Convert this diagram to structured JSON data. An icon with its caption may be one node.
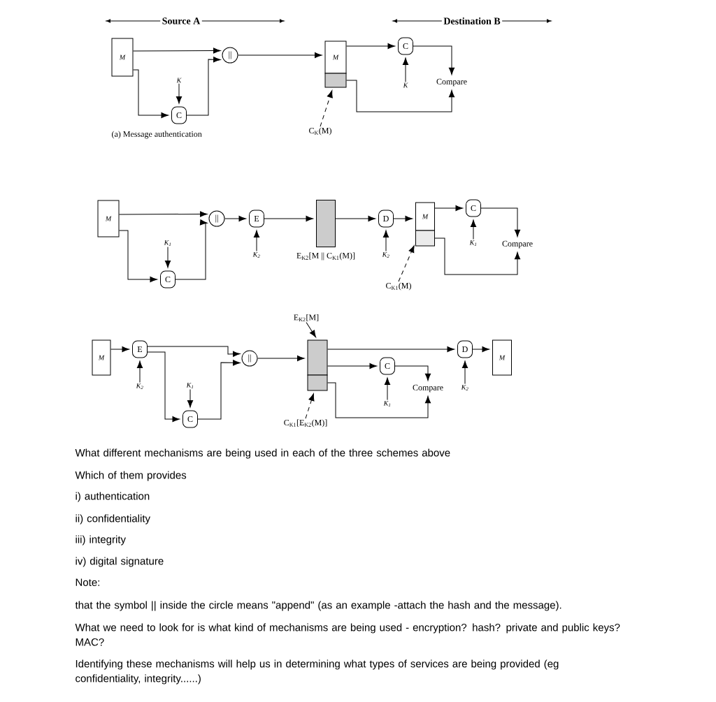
{
  "diagram": {
    "nodes": [
      {
        "text": [
          "M"
        ]
      },
      {
        "text": [
          "||"
        ]
      },
      {
        "text": [
          "C"
        ]
      },
      {
        "text": [
          "K"
        ]
      },
      {
        "text": [
          "M"
        ]
      },
      {
        "text": [],
        "shape": "box"
      },
      {
        "text": [
          "C$_{K}$(M)"
        ]
      },
      {
        "text": [
          "C"
        ]
      },
      {
        "text": [
          "K"
        ]
      },
      {
        "text": [
          "Compare"
        ]
      },
      {
        "text": [
          "M"
        ]
      },
      {
        "text": [
          "||"
        ]
      },
      {
        "text": [
          "C"
        ]
      },
      {
        "text": [
          "K$_{1}$"
        ]
      },
      {
        "text": [
          "E"
        ]
      },
      {
        "text": [
          "K$_{2}$"
        ]
      },
      {
        "text": [],
        "shape": "box",
        "beside": [
          "E$_{K2}$[M || C$_{K1}$(M)]"
        ]
      },
      {
        "text": [
          "D"
        ]
      },
      {
        "text": [
          "K$_{2}$"
        ]
      },
      {
        "text": [
          "M"
        ]
      },
      {
        "text": [],
        "shape": "box"
      },
      {
        "text": [
          "C$_{K1}$(M)"
        ]
      },
      {
        "text": [
          "C"
        ]
      },
      {
        "text": [
          "K$_{1}$"
        ]
      },
      {
        "text": [
          "Compare"
        ]
      },
      {
        "text": [
          "M"
        ]
      },
      {
        "text": [
          "E"
        ]
      },
      {
        "text": [
          "K$_{2}$"
        ]
      },
      {
        "text": [
          "C"
        ]
      },
      {
        "text": [
          "K$_{1}$"
        ]
      },
      {
        "text": [
          "||"
        ]
      },
      {
        "text": [
          "E$_{K2}$[M]"
        ]
      },
      {
        "text": [],
        "shape": "box"
      },
      {
        "text": [],
        "shape": "box"
      },
      {
        "text": [
          "C$_{K1}$[E$_{K2}$(M)]"
        ]
      },
      {
        "text": [
          "C"
        ]
      },
      {
        "text": [
          "K$_{1}$"
        ]
      },
      {
        "text": [
          "Compare"
        ]
      },
      {
        "text": [
          "D"
        ]
      },
      {
        "text": [
          "K$_{2}$"
        ]
      },
      {
        "text": [
          "M"
        ]
      }
    ],
    "edges": [
      {
        "from": 0,
        "to": 1,
        "arrow": "to"
      },
      {
        "from": 0,
        "to": 2,
        "arrow": "to"
      },
      {
        "from": 3,
        "to": 2,
        "arrow": "to"
      },
      {
        "from": 2,
        "to": 1,
        "arrow": "to"
      },
      {
        "from": 1,
        "to": 4,
        "arrow": "to"
      },
      {
        "from": 4,
        "to": 7,
        "arrow": "to"
      },
      {
        "from": 8,
        "to": 7,
        "arrow": "to"
      },
      {
        "from": 7,
        "to": 9,
        "arrow": "to"
      },
      {
        "from": 5,
        "to": 9,
        "arrow": "to"
      },
      {
        "from": 6,
        "to": 5,
        "arrow": "to",
        "style": "dashed"
      },
      {
        "from": 10,
        "to": 11,
        "arrow": "to"
      },
      {
        "from": 10,
        "to": 12,
        "arrow": "to"
      },
      {
        "from": 13,
        "to": 12,
        "arrow": "to"
      },
      {
        "from": 12,
        "to": 11,
        "arrow": "to"
      },
      {
        "from": 11,
        "to": 14,
        "arrow": "to"
      },
      {
        "from": 15,
        "to": 14,
        "arrow": "to"
      },
      {
        "from": 14,
        "to": 16,
        "arrow": "to"
      },
      {
        "from": 16,
        "to": 17,
        "arrow": "to"
      },
      {
        "from": 18,
        "to": 17,
        "arrow": "to"
      },
      {
        "from": 17,
        "to": 19,
        "arrow": "to"
      },
      {
        "from": 19,
        "to": 22,
        "arrow": "to"
      },
      {
        "from": 23,
        "to": 22,
        "arrow": "to"
      },
      {
        "from": 22,
        "to": 24,
        "arrow": "to"
      },
      {
        "from": 20,
        "to": 24,
        "arrow": "to"
      },
      {
        "from": 21,
        "to": 20,
        "arrow": "to",
        "style": "dashed"
      },
      {
        "from": 25,
        "to": 26,
        "arrow": "to"
      },
      {
        "from": 27,
        "to": 26,
        "arrow": "to"
      },
      {
        "from": 26,
        "to": 30,
        "arrow": "to"
      },
      {
        "from": 26,
        "to": 28,
        "arrow": "to"
      },
      {
        "from": 29,
        "to": 28,
        "arrow": "to"
      },
      {
        "from": 28,
        "to": 30,
        "arrow": "to"
      },
      {
        "from": 30,
        "to": 32,
        "arrow": "to"
      },
      {
        "from": 31,
        "to": 32,
        "arrow": "to"
      },
      {
        "from": 32,
        "to": 38,
        "arrow": "to"
      },
      {
        "from": 39,
        "to": 38,
        "arrow": "to"
      },
      {
        "from": 38,
        "to": 40,
        "arrow": "to"
      },
      {
        "from": 32,
        "to": 35,
        "arrow": "to"
      },
      {
        "from": 36,
        "to": 35,
        "arrow": "to"
      },
      {
        "from": 35,
        "to": 37,
        "arrow": "to"
      },
      {
        "from": 33,
        "to": 37,
        "arrow": "to"
      },
      {
        "from": 34,
        "to": 33,
        "arrow": "to",
        "style": "dashed"
      }
    ],
    "labels": [
      "Source A",
      "Destination B",
      "(a) Message authentication",
      "What different mechanisms are being used in each of the three schemes above",
      "Which of them provides",
      "i) authentication",
      "ii) confidentiality",
      "iii) integrity",
      "iv) digital signature",
      "Note:",
      "that the symbol || inside the circle means \"append\" (as an example -attach the hash and the message).",
      "What we need to look for is what kind of mechanisms are being used - encryption? hash? private and public keys? MAC?",
      "Identifying these mechanisms will help us in determining what types of services are being provided (eg confidentiality, integrity......)"
    ]
  }
}
